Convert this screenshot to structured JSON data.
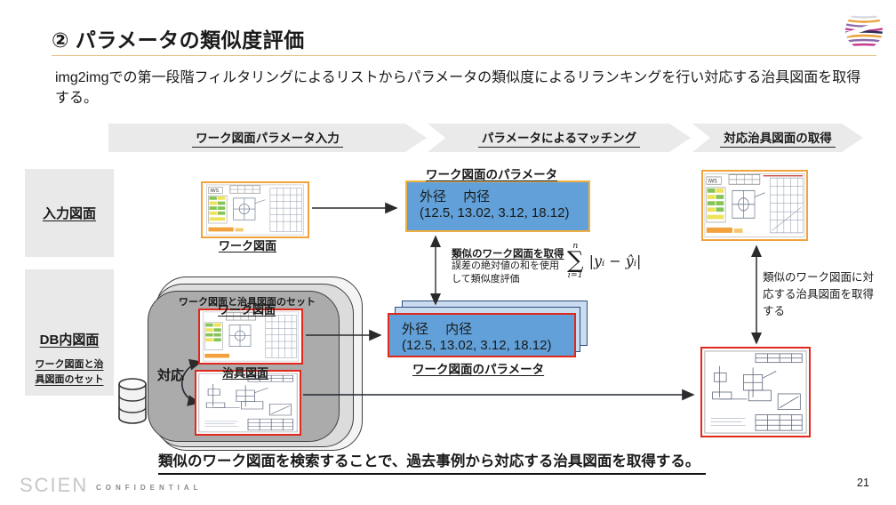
{
  "page": {
    "title": "② パラメータの類似度評価",
    "intro": "img2imgでの第一段階フィルタリングによるリストからパラメータの類似度によるリランキングを行い対応する治具図面を取得する。",
    "summary": "類似のワーク図面を検索することで、過去事例から対応する治具図面を取得する。",
    "page_number": "21",
    "footer": {
      "logo": "SCIEN",
      "confidential": "CONFIDENTIAL"
    }
  },
  "steps": [
    {
      "label": "ワーク図面パラメータ入力"
    },
    {
      "label": "パラメータによるマッチング"
    },
    {
      "label": "対応治具図面の取得"
    }
  ],
  "rows": {
    "input_label": "入力図面",
    "db_label": "DB内図面",
    "db_note": "ワーク図面と治具図面のセット"
  },
  "input_section": {
    "work_caption": "ワーク図面"
  },
  "params_top": {
    "title": "ワーク図面のパラメータ",
    "header": "外径　 内径",
    "values": "(12.5, 13.02, 3.12, 18.12)"
  },
  "similarity": {
    "title": "類似のワーク図面を取得",
    "desc": "誤差の絶対値の和を使用して類似度評価",
    "formula": {
      "upper": "n",
      "sigma": "∑",
      "lower": "i=1",
      "body": "|yᵢ − ŷᵢ|"
    }
  },
  "db_stack": {
    "set_label": "ワーク図面と治具図面のセット",
    "work_caption": "ワーク図面",
    "correspond": "対応",
    "jig_caption": "治具図面"
  },
  "params_bottom": {
    "title": "ワーク図面のパラメータ",
    "header": "外径　 内径",
    "values": "(12.5, 13.02, 3.12, 18.12)"
  },
  "right_section": {
    "note": "類似のワーク図面に対応する治具図面を取得する"
  },
  "colors": {
    "accent_orange_border": "#f2a33c",
    "accent_red_border": "#e0281c",
    "param_blue_fill": "#61a0d8",
    "param_card_fill": "#cadcf0",
    "chevron_gray": "#eaeaea",
    "stack_front_gray": "#ababab",
    "title_rule": "#e7c089"
  }
}
